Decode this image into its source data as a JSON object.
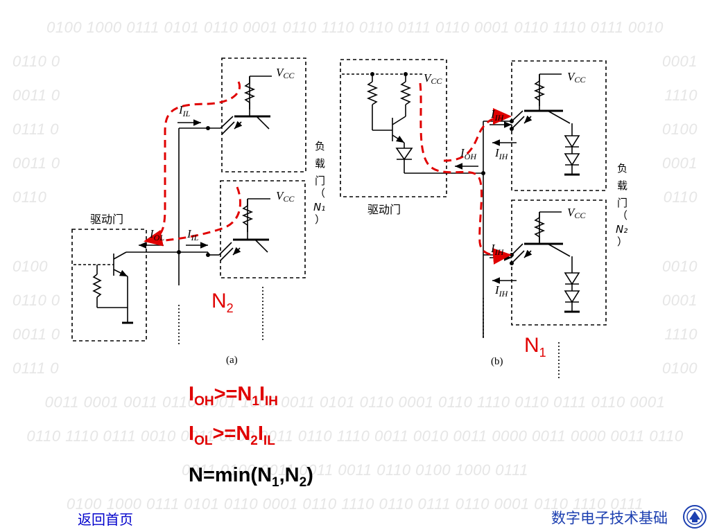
{
  "background_rows": [
    "0100 1000 0111 0101 0110 0001 0110 1110 0110 0111 0110 0001 0110 1110 0111 0010",
    "0110 0",
    "0011 0",
    "0111 0",
    "0011 0",
    "0110",
    "0100",
    "0110 0",
    "0011 0",
    "0111 0",
    "0011 0001 0011 0110 0001 1000 0011 0101 0110 0001 0110 1110 0110 0111 0110 0001",
    "0110 1110 0111 0010 0011 0000 0011 0110 1110 0011 0010 0011 0000 0011 0000 0011 0110",
    "0011 0100 0011 0011 0011 0110 0100 1000 0111",
    "0100 1000 0111 0101 0110 0001 0110 1110 0110 0111 0110 0001 0110 1110 0111"
  ],
  "background_rows_right": [
    "0001",
    "1110",
    "0100",
    "0001",
    "0110",
    "0010",
    "0001",
    "1110",
    "0100"
  ],
  "diagram": {
    "a": {
      "caption": "(a)",
      "driver_label": "驱动门",
      "load_label_chars": [
        "负",
        "载",
        "门",
        "（",
        "N₁",
        "）"
      ],
      "vcc": "V",
      "vcc_sub": "CC",
      "current_IIL": "I",
      "current_IIL_sub": "IL",
      "current_IOL": "I",
      "current_IOL_sub": "OL",
      "n_label": "N",
      "n_sub": "2"
    },
    "b": {
      "caption": "(b)",
      "driver_label": "驱动门",
      "load_label_chars": [
        "负",
        "载",
        "门",
        "（",
        "N₂",
        "）"
      ],
      "vcc": "V",
      "vcc_sub": "CC",
      "current_IIH": "I",
      "current_IIH_sub": "IH",
      "current_IOH": "I",
      "current_IOH_sub": "OH",
      "n_label": "N",
      "n_sub": "1"
    }
  },
  "formulas": {
    "f1": {
      "a": "I",
      "a_sub": "OH",
      "op": ">=N",
      "b_sub": "1",
      "c": "I",
      "c_sub": "IH"
    },
    "f2": {
      "a": "I",
      "a_sub": "OL",
      "op": ">=N",
      "b_sub": "2",
      "c": "I",
      "c_sub": "IL"
    },
    "f3": {
      "a": "N=min(N",
      "a_sub": "1",
      "op": ",N",
      "b_sub": "2",
      "c": ")"
    }
  },
  "footer": {
    "home_link": "返回首页",
    "title": "数字电子技术基础"
  },
  "colors": {
    "accent_red": "#e00000",
    "link_blue": "#0000cc",
    "footer_blue": "#1c3fb0"
  }
}
